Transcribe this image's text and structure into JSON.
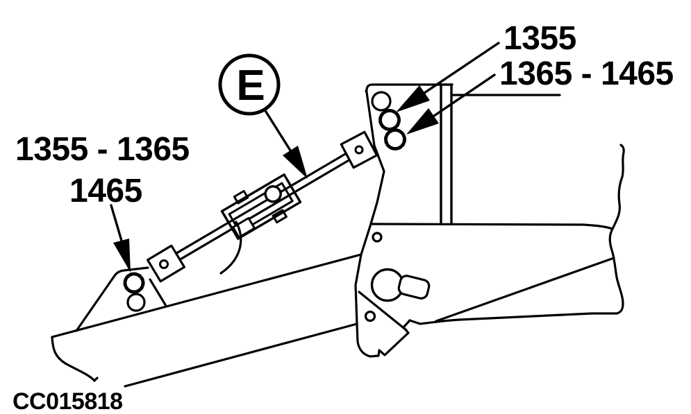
{
  "figure_code": "CC015818",
  "detail_circle": {
    "letter": "E"
  },
  "callouts": {
    "rear_upper": "1355",
    "rear_lower": "1365 - 1465",
    "front_upper": "1355 - 1365",
    "front_lower": "1465"
  },
  "colors": {
    "line": "#000000",
    "background": "#ffffff"
  }
}
